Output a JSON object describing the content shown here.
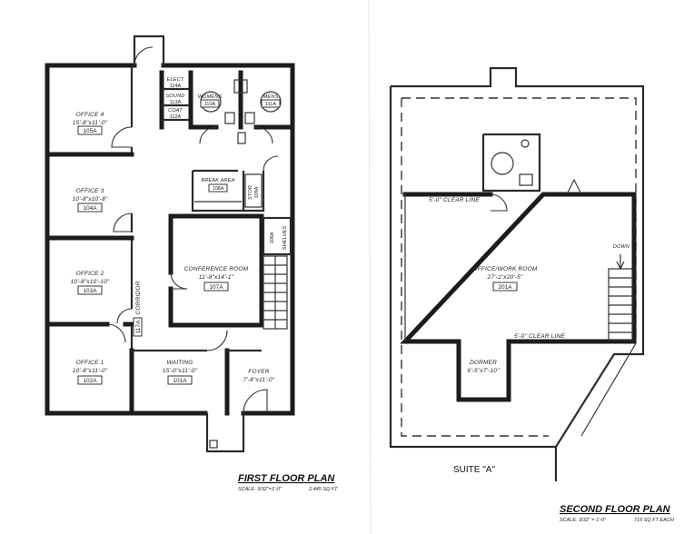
{
  "first_floor": {
    "title": "FIRST FLOOR PLAN",
    "scale": "SCALE: 3/32\"=1'-0\"",
    "area": "2,445 SQ FT",
    "rooms": {
      "office4": {
        "name": "OFFICE 4",
        "dims": "15'-8\"x11'-0\"",
        "num": "105A"
      },
      "office3": {
        "name": "OFFICE 3",
        "dims": "10'-8\"x10'-8\"",
        "num": "104A"
      },
      "office2": {
        "name": "OFFICE 2",
        "dims": "10'-8\"x10'-10\"",
        "num": "103A"
      },
      "office1": {
        "name": "OFFICE 1",
        "dims": "10'-8\"x11'-0\"",
        "num": "102A"
      },
      "waiting": {
        "name": "WAITING",
        "dims": "15'-0\"x11'-0\"",
        "num": "101A"
      },
      "foyer": {
        "name": "FOYER",
        "dims": "7'-8\"x11'-0\""
      },
      "conference": {
        "name": "CONFERENCE ROOM",
        "dims": "11'-8\"x14'-1\"",
        "num": "107A"
      },
      "corridor": {
        "name": "CORRIDOR",
        "num": "117A"
      },
      "womens": {
        "name": "WOMENS",
        "num": "110A"
      },
      "mens": {
        "name": "MENS",
        "num": "111A"
      },
      "break": {
        "name": "BREAK AREA",
        "num": "108A"
      },
      "elect": {
        "name": "ELECT",
        "num": "114A"
      },
      "sound": {
        "name": "SOUND",
        "num": "113A"
      },
      "coat": {
        "name": "COAT",
        "num": "112A"
      },
      "stor": {
        "name": "STOR",
        "num": "109A"
      },
      "closet": {
        "num": "106A"
      },
      "shelves": {
        "name": "SHELVES"
      }
    }
  },
  "second_floor": {
    "title": "SECOND FLOOR PLAN",
    "scale": "SCALE: 3/32\" = 1'-0\"",
    "area": "715 SQ FT EACH",
    "clear_top": "5'-0\" CLEAR LINE",
    "clear_bottom": "5'-0\" CLEAR LINE",
    "office_work": {
      "name": "OFFICE/WORK ROOM",
      "dims": "27'-1\"x20'-5\"",
      "num": "201A"
    },
    "dormer": {
      "name": "DORMER",
      "dims": "6'-5\"x7'-10\""
    },
    "down": "DOWN"
  },
  "suite_label": "SUITE \"A\""
}
